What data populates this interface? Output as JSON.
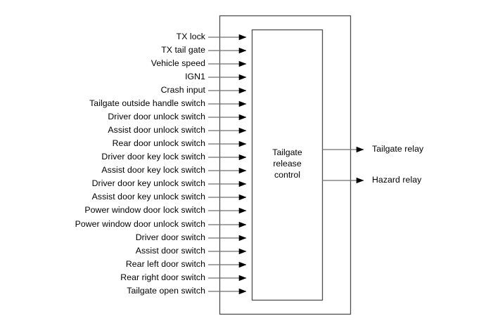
{
  "diagram": {
    "type": "block-diagram",
    "title_block": {
      "lines": [
        "Tailgate",
        "release",
        "control"
      ],
      "text": "Tailgate release control"
    },
    "inputs": [
      {
        "label": "TX lock"
      },
      {
        "label": "TX tail gate"
      },
      {
        "label": "Vehicle speed"
      },
      {
        "label": "IGN1"
      },
      {
        "label": "Crash input"
      },
      {
        "label": "Tailgate outside handle switch"
      },
      {
        "label": "Driver door unlock switch"
      },
      {
        "label": "Assist door unlock switch"
      },
      {
        "label": "Rear door unlock switch"
      },
      {
        "label": "Driver door key lock switch"
      },
      {
        "label": "Assist door key lock switch"
      },
      {
        "label": "Driver door key unlock switch"
      },
      {
        "label": "Assist door key unlock switch"
      },
      {
        "label": "Power window door lock switch"
      },
      {
        "label": "Power window door unlock switch"
      },
      {
        "label": "Driver door switch"
      },
      {
        "label": "Assist door switch"
      },
      {
        "label": "Rear left door switch"
      },
      {
        "label": "Rear right door switch"
      },
      {
        "label": "Tailgate open switch"
      }
    ],
    "outputs": [
      {
        "label": "Tailgate relay"
      },
      {
        "label": "Hazard relay"
      }
    ],
    "colors": {
      "background": "#ffffff",
      "line": "#6f6f6f",
      "border": "#4f4f4f",
      "arrowhead": "#000000",
      "text": "#000000"
    }
  }
}
